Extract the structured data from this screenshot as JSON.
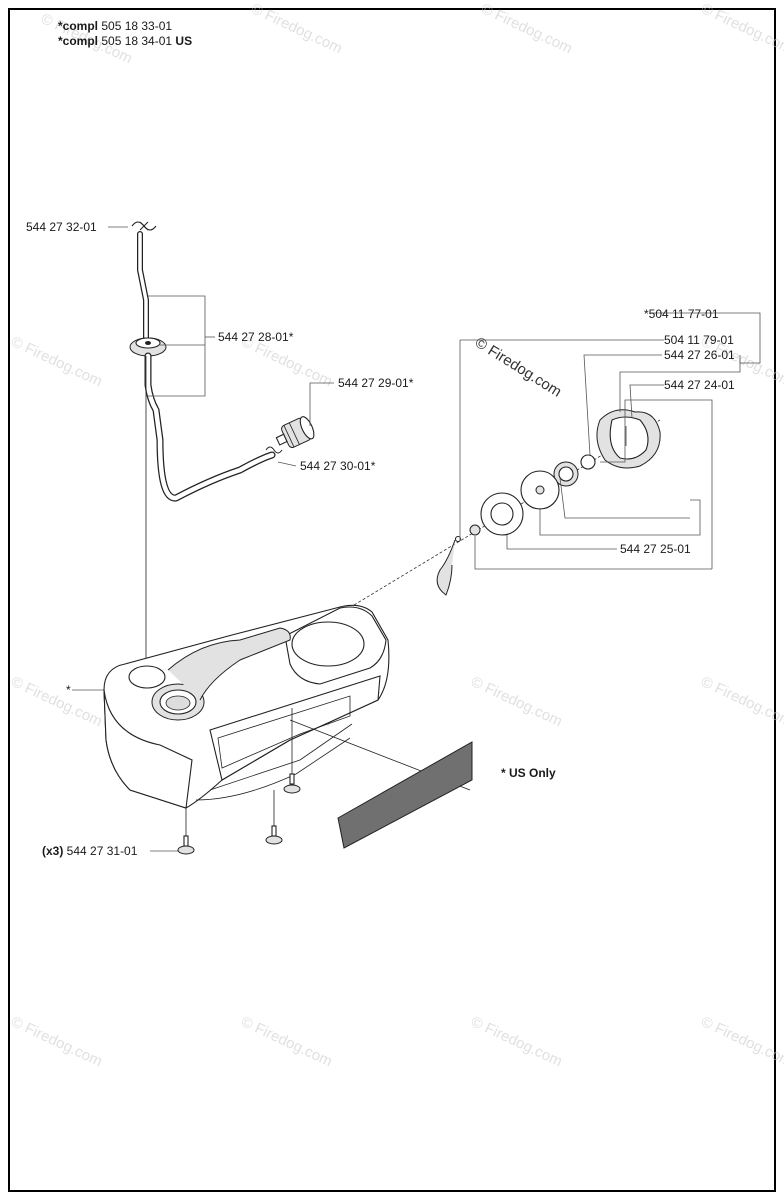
{
  "header": {
    "line1_prefix": "*compl",
    "line1_number": " 505 18 33-01",
    "line2_prefix": "*compl",
    "line2_number": " 505 18 34-01 ",
    "line2_suffix": "US"
  },
  "parts": {
    "p_544_27_32": "544 27 32-01",
    "p_544_27_28": "544 27 28-01*",
    "p_544_27_29": "544 27 29-01*",
    "p_544_27_30": "544 27 30-01*",
    "p_504_11_77": "*504 11 77-01",
    "p_504_11_79": "504 11 79-01",
    "p_544_27_26": "544 27 26-01",
    "p_544_27_24": "544 27 24-01",
    "p_544_27_25": "544 27 25-01",
    "tank_star": "*",
    "us_only": "* US Only",
    "qty_prefix": "(x3)",
    "p_544_27_31": " 544 27 31-01"
  },
  "watermark": {
    "text": "© Firedog.com",
    "center_text": "© Firedog.com"
  }
}
